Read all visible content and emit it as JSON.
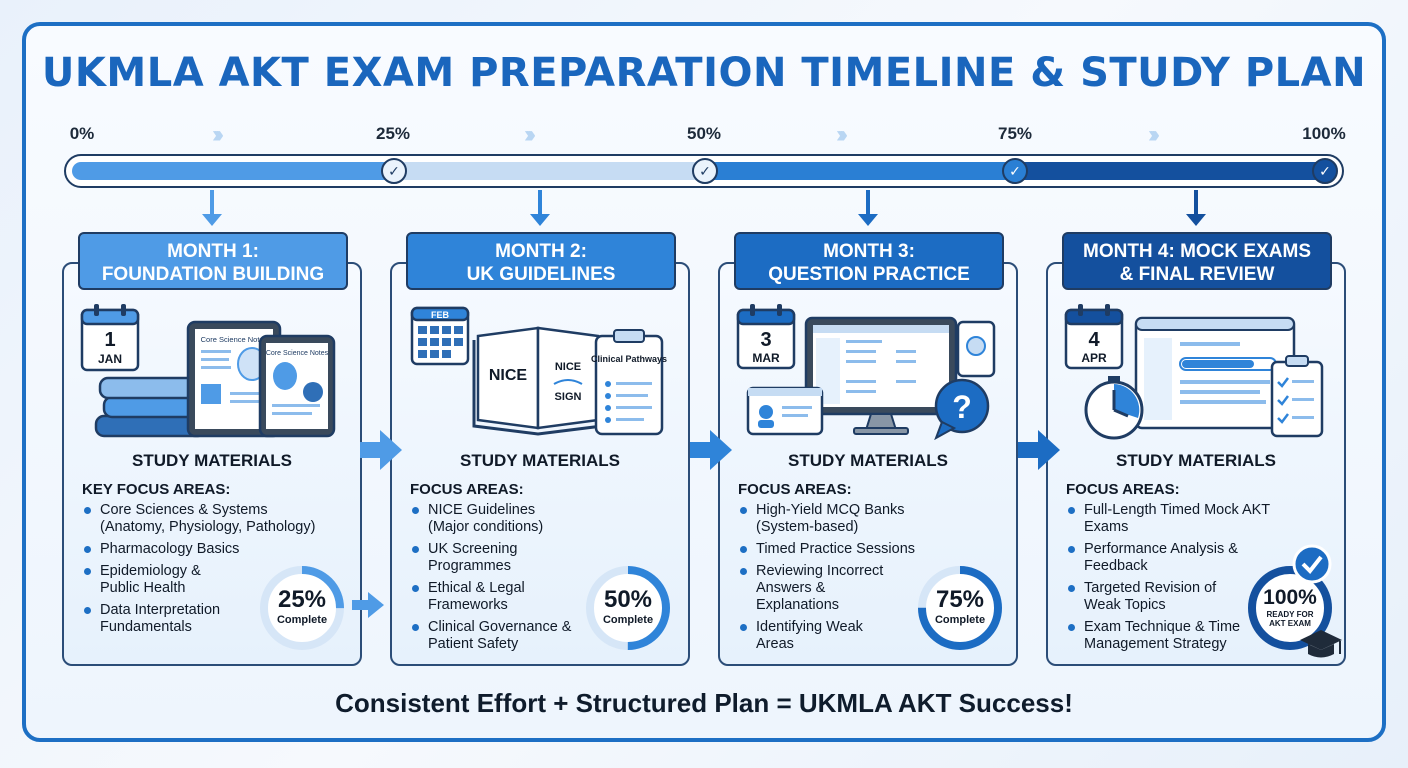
{
  "title": "UKMLA AKT EXAM PREPARATION TIMELINE & STUDY PLAN",
  "timeline": {
    "labels": [
      "0%",
      "25%",
      "50%",
      "75%",
      "100%"
    ],
    "check": "✓"
  },
  "months": [
    {
      "heading_line1": "MONTH 1:",
      "heading_line2": "FOUNDATION BUILDING",
      "calendar_day": "1",
      "calendar_month": "JAN",
      "tablet_label": "Core Science Notes",
      "study_label": "STUDY MATERIALS",
      "focus_title": "KEY FOCUS AREAS:",
      "focus": [
        "Core Sciences & Systems (Anatomy, Physiology, Pathology)",
        "Pharmacology Basics",
        "Epidemiology & Public Health",
        "Data Interpretation Fundamentals"
      ],
      "progress": 25,
      "progress_label": "25%",
      "progress_caption": "Complete"
    },
    {
      "heading_line1": "MONTH 2:",
      "heading_line2": "UK GUIDELINES",
      "calendar_month": "FEB",
      "book_left": "NICE",
      "book_right_top": "NICE",
      "book_right_bottom": "SIGN",
      "clipboard_label": "Clinical Pathways",
      "study_label": "STUDY MATERIALS",
      "focus_title": "FOCUS AREAS:",
      "focus": [
        "NICE Guidelines (Major conditions)",
        "UK Screening Programmes",
        "Ethical & Legal Frameworks",
        "Clinical Governance & Patient Safety"
      ],
      "progress": 50,
      "progress_label": "50%",
      "progress_caption": "Complete"
    },
    {
      "heading_line1": "MONTH 3:",
      "heading_line2": "QUESTION PRACTICE",
      "calendar_day": "3",
      "calendar_month": "MAR",
      "question_mark": "?",
      "study_label": "STUDY MATERIALS",
      "focus_title": "FOCUS AREAS:",
      "focus": [
        "High-Yield MCQ Banks (System-based)",
        "Timed Practice Sessions",
        "Reviewing Incorrect Answers & Explanations",
        "Identifying Weak Areas"
      ],
      "progress": 75,
      "progress_label": "75%",
      "progress_caption": "Complete"
    },
    {
      "heading_line1": "MONTH 4: MOCK EXAMS",
      "heading_line2": "& FINAL REVIEW",
      "calendar_day": "4",
      "calendar_month": "APR",
      "study_label": "STUDY MATERIALS",
      "focus_title": "FOCUS AREAS:",
      "focus": [
        "Full-Length Timed Mock AKT Exams",
        "Performance Analysis & Feedback",
        "Targeted Revision of Weak Topics",
        "Exam Technique & Time Management Strategy"
      ],
      "progress": 100,
      "progress_label": "100%",
      "progress_caption": "READY FOR AKT EXAM"
    }
  ],
  "footer": "Consistent Effort + Structured Plan = UKMLA AKT Success!",
  "colors": {
    "month1": "#4f9be6",
    "month2": "#2f84d9",
    "month3": "#1c6cc3",
    "month4": "#14509e",
    "ring_track": "#d6e6f7"
  }
}
